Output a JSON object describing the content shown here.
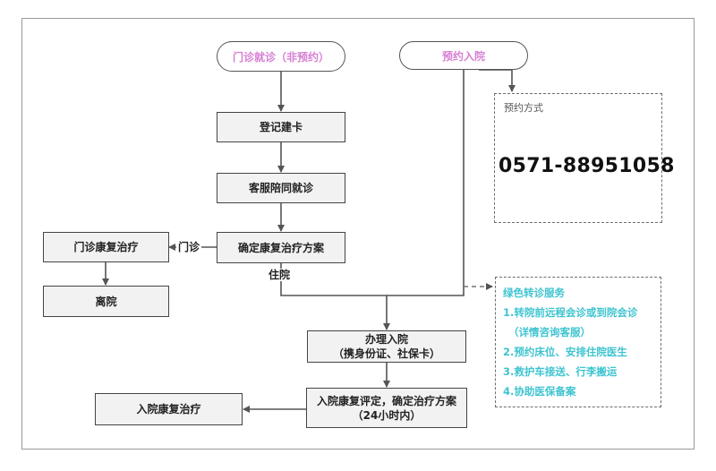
{
  "nodes": {
    "outpatient_visit": "门诊就诊（非预约）",
    "appointment_admission": "预约入院",
    "register_card": "登记建卡",
    "service_accompany": "客服陪同就诊",
    "confirm_plan": "确定康复治疗方案",
    "outpatient_rehab": "门诊康复治疗",
    "discharge": "离院",
    "admission_line1": "办理入院",
    "admission_line2": "（携身份证、社保卡）",
    "eval_line1": "入院康复评定，确定治疗方案",
    "eval_line2": "（24小时内）",
    "inpatient_rehab": "入院康复治疗"
  },
  "edge_labels": {
    "outpatient": "门诊",
    "inpatient": "住院"
  },
  "appointment_panel": {
    "title": "预约方式",
    "phone": "0571-88951058"
  },
  "green_channel": {
    "title": "绿色转诊服务",
    "items": [
      "1.转院前远程会诊或到院会诊",
      "（详情咨询客服）",
      "2.预约床位、安排住院医生",
      "3.救护车接送、行李搬运",
      "4.协助医保备案"
    ]
  },
  "colors": {
    "pill_text": "#d67fd3",
    "green_text": "#3ec4d0",
    "box_fill": "#f2f2f2",
    "line": "#555555"
  }
}
